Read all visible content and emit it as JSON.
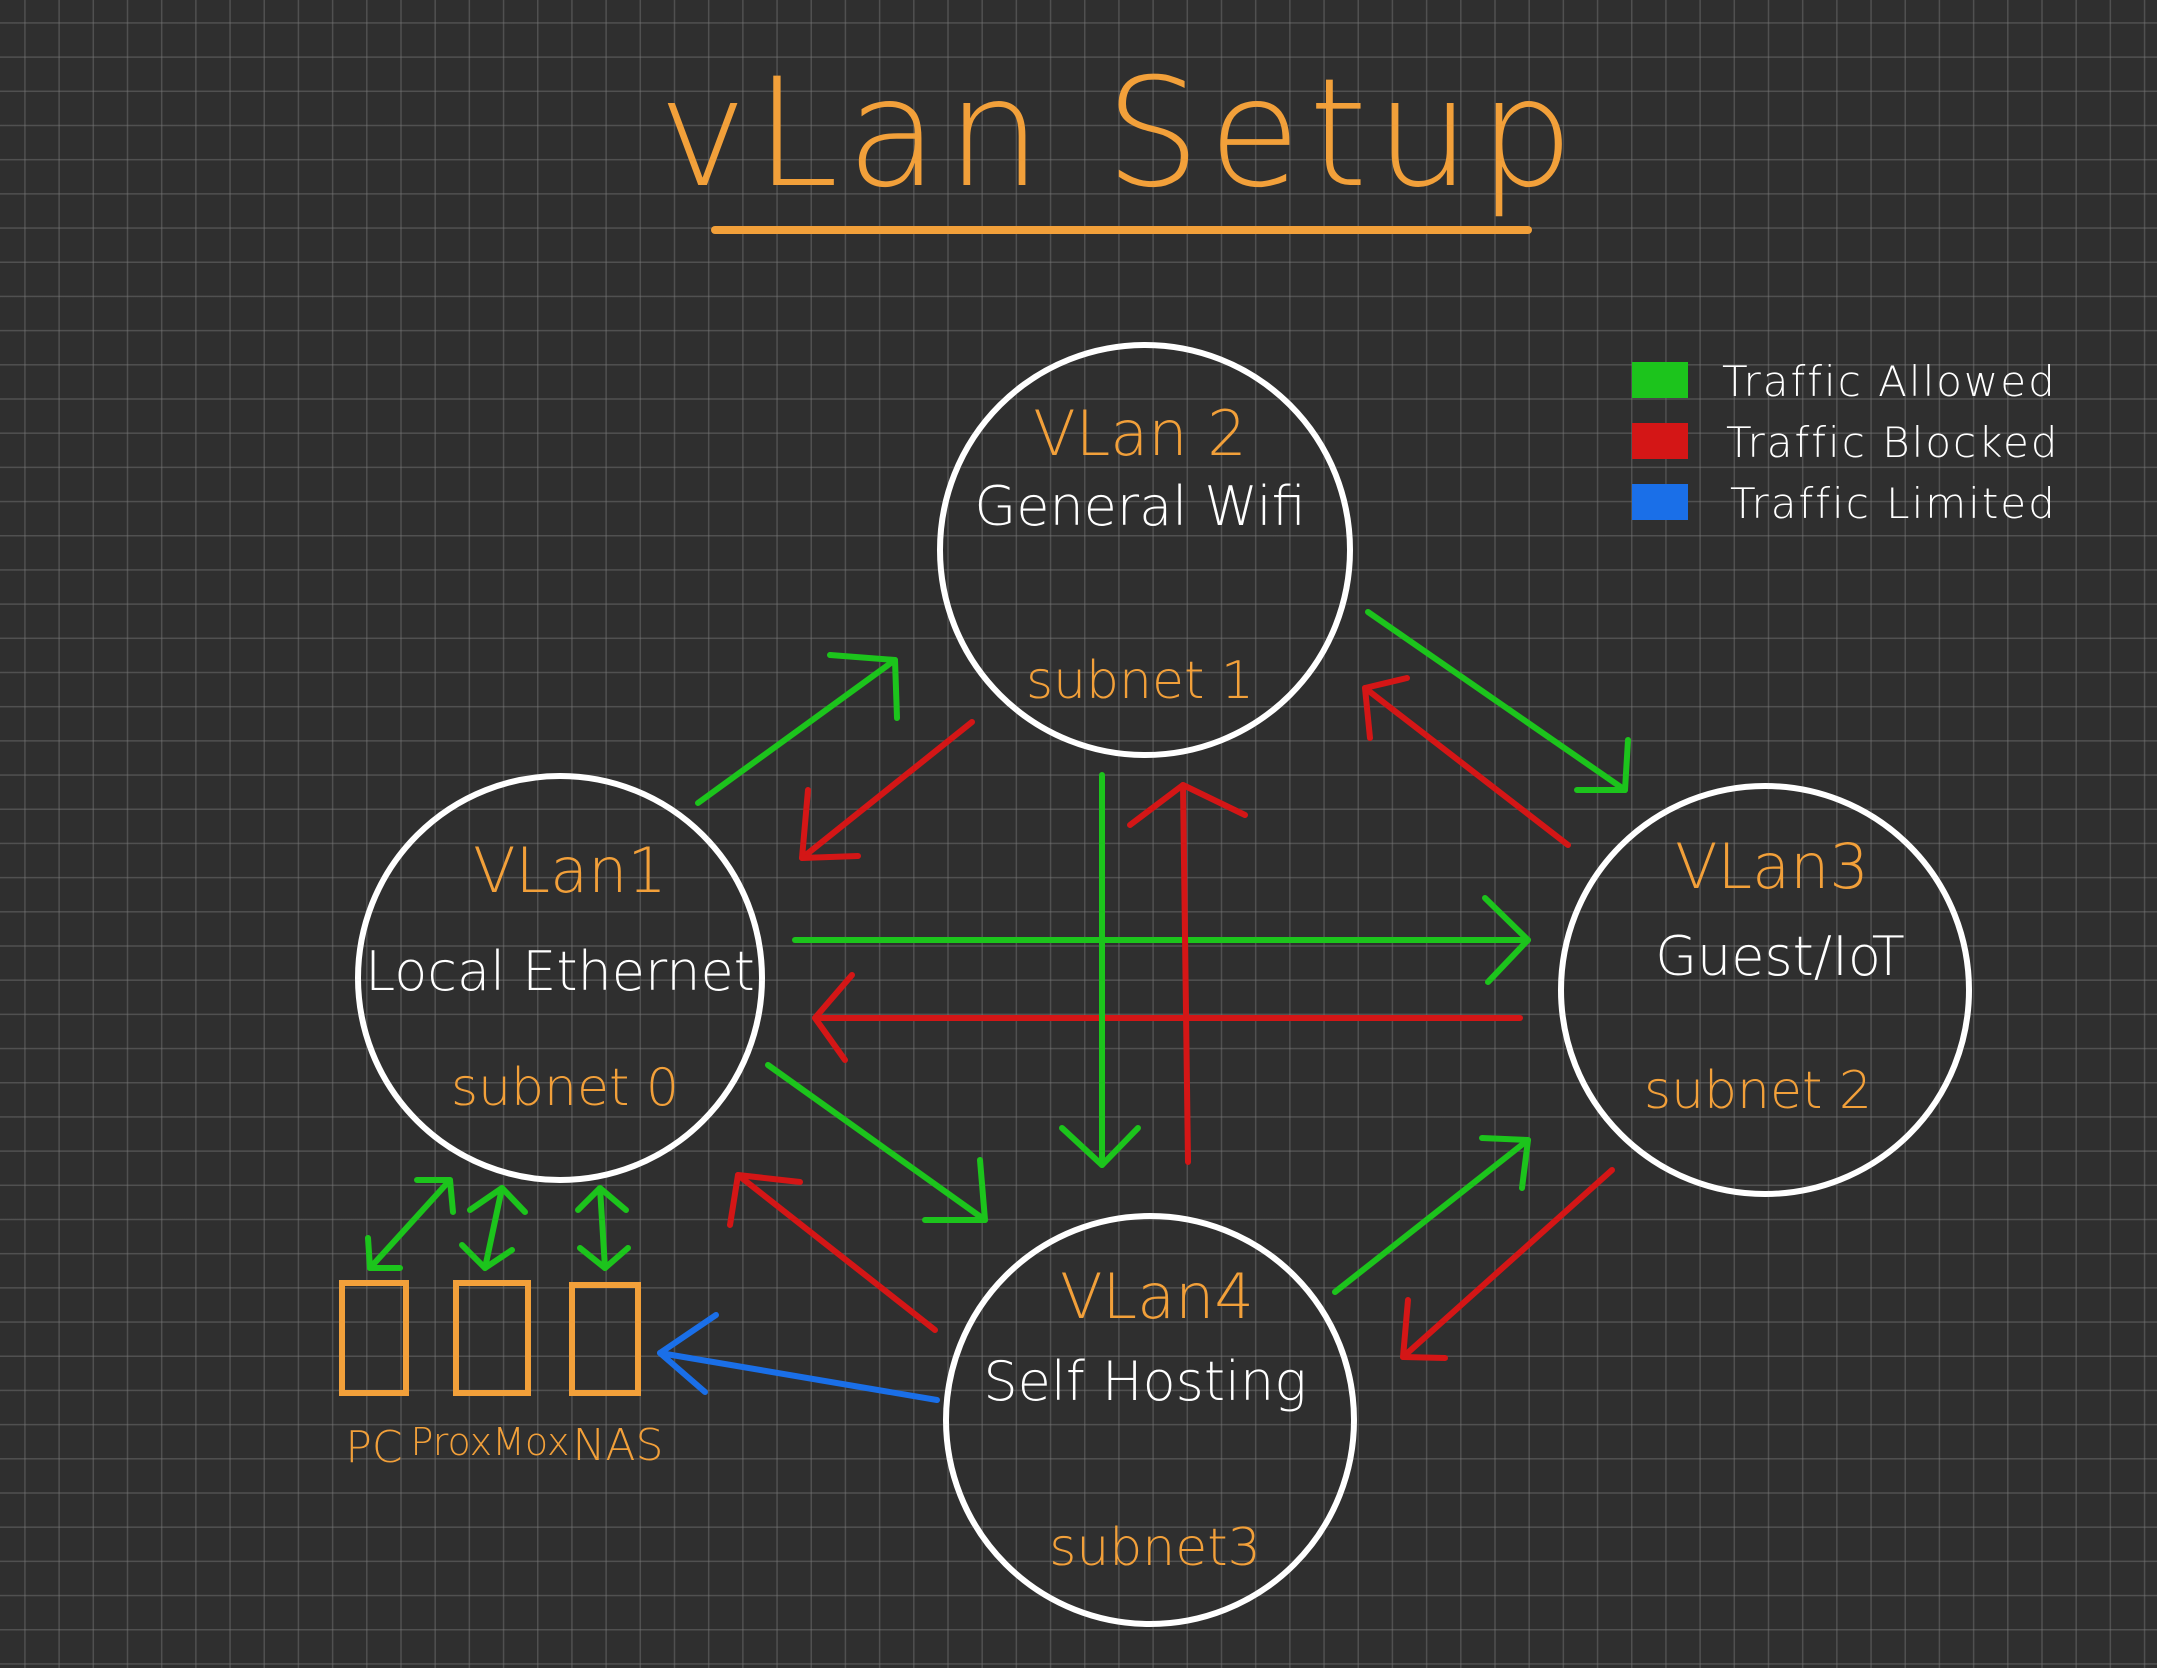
{
  "title": "vLan Setup",
  "legend": [
    {
      "label": "Traffic Allowed",
      "color": "#1cc41c"
    },
    {
      "label": "Traffic Blocked",
      "color": "#d41616"
    },
    {
      "label": "Traffic Limited",
      "color": "#1a6fe8"
    }
  ],
  "vlans": [
    {
      "label": "VLan1",
      "name": "Local Ethernet",
      "subnet": "subnet 0"
    },
    {
      "label": "VLan 2",
      "name": "General Wifi",
      "subnet": "subnet 1"
    },
    {
      "label": "VLan3",
      "name": "Guest/IoT",
      "subnet": "subnet 2"
    },
    {
      "label": "VLan4",
      "name": "Self Hosting",
      "subnet": "subnet3"
    }
  ],
  "devices": [
    {
      "label": "PC"
    },
    {
      "label": "ProxMox"
    },
    {
      "label": "NAS"
    }
  ],
  "colors": {
    "background": "#2f2f2f",
    "accent": "#f2a03a",
    "allowed": "#1cc41c",
    "blocked": "#d41616",
    "limited": "#1a6fe8"
  }
}
